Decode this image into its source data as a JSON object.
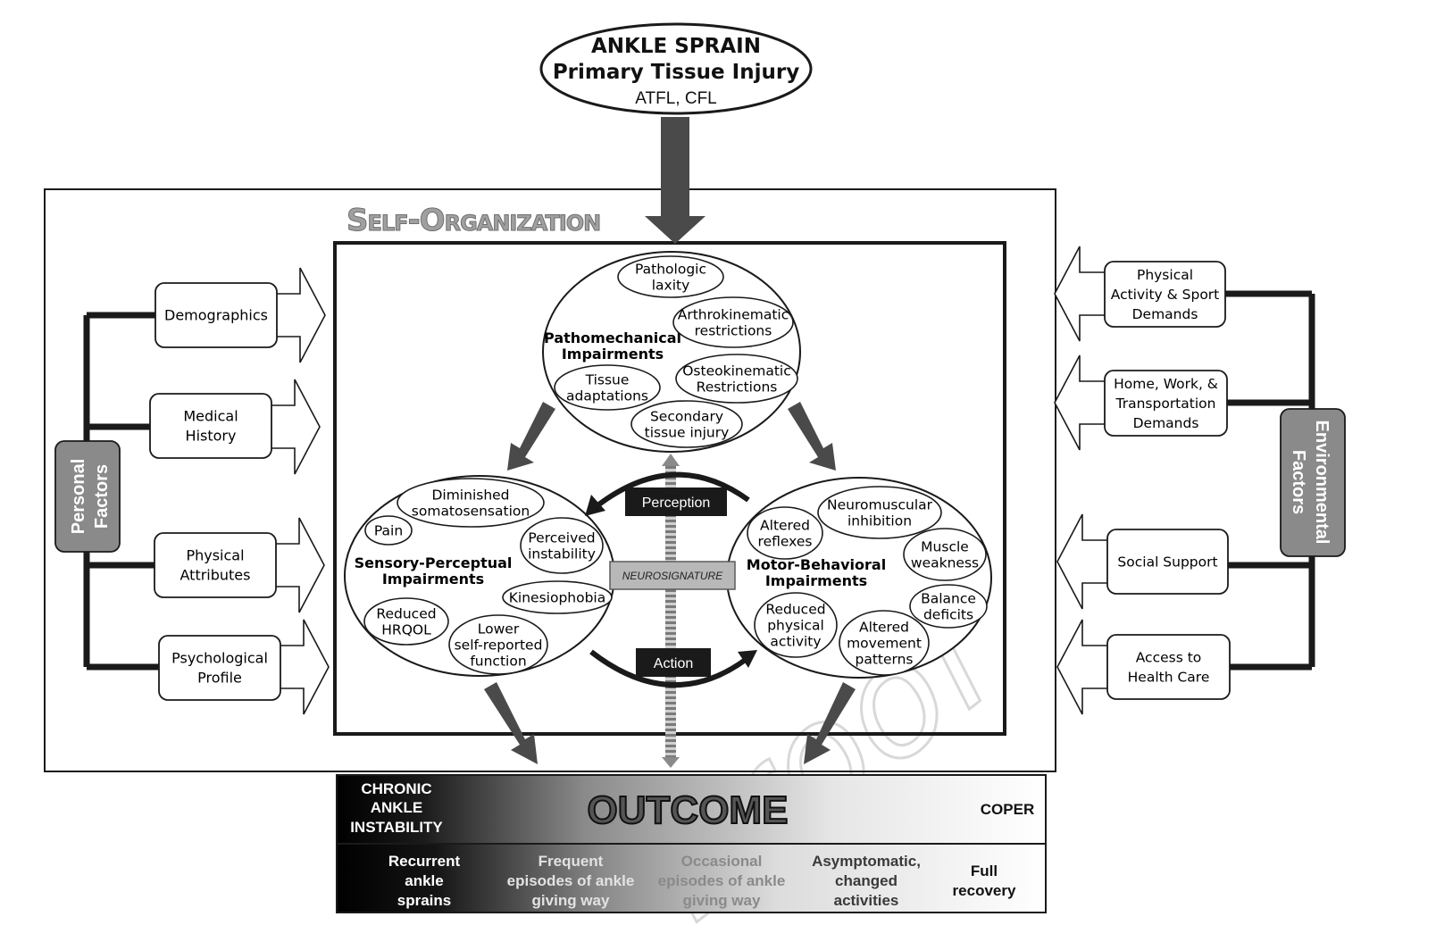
{
  "top": {
    "title": "ANKLE SPRAIN",
    "subtitle": "Primary  Tissue Injury",
    "tissues": "ATFL, CFL"
  },
  "self_organization": "Self-Organization",
  "center": {
    "pathomechanical": {
      "title1": "Pathomechanical",
      "title2": "Impairments",
      "items": [
        [
          "Pathologic",
          "laxity"
        ],
        [
          "Arthrokinematic",
          "restrictions"
        ],
        [
          "Osteokinematic",
          "Restrictions"
        ],
        [
          "Tissue",
          "adaptations"
        ],
        [
          "Secondary",
          "tissue injury"
        ]
      ]
    },
    "sensory": {
      "title1": "Sensory-Perceptual",
      "title2": "Impairments",
      "items": [
        [
          "Diminished",
          "somatosensation"
        ],
        [
          "Pain"
        ],
        [
          "Perceived",
          "instability"
        ],
        [
          "Kinesiophobia"
        ],
        [
          "Reduced",
          "HRQOL"
        ],
        [
          "Lower",
          "self-reported",
          "function"
        ]
      ]
    },
    "motor": {
      "title1": "Motor-Behavioral",
      "title2": "Impairments",
      "items": [
        [
          "Neuromuscular",
          "inhibition"
        ],
        [
          "Altered",
          "reflexes"
        ],
        [
          "Muscle",
          "weakness"
        ],
        [
          "Balance",
          "deficits"
        ],
        [
          "Reduced",
          "physical",
          "activity"
        ],
        [
          "Altered",
          "movement",
          "patterns"
        ]
      ]
    },
    "perception": "Perception",
    "action": "Action",
    "neurosignature": "NEUROSIGNATURE"
  },
  "personal": {
    "label1": "Personal",
    "label2": "Factors",
    "items": [
      [
        "Demographics"
      ],
      [
        "Medical",
        "History"
      ],
      [
        "Physical",
        "Attributes"
      ],
      [
        "Psychological",
        "Profile"
      ]
    ]
  },
  "environmental": {
    "label1": "Environmental",
    "label2": "Factors",
    "items": [
      [
        "Physical",
        "Activity & Sport",
        "Demands"
      ],
      [
        "Home, Work, &",
        "Transportation",
        "Demands"
      ],
      [
        "Social Support"
      ],
      [
        "Access to",
        "Health Care"
      ]
    ]
  },
  "outcome": {
    "title": "OUTCOME",
    "left": [
      "CHRONIC",
      "ANKLE",
      "INSTABILITY"
    ],
    "right": "COPER",
    "levels": [
      [
        "Recurrent",
        "ankle",
        "sprains"
      ],
      [
        "Frequent",
        "episodes of ankle",
        "giving way"
      ],
      [
        "Occasional",
        "episodes of ankle",
        "giving way"
      ],
      [
        "Asymptomatic,",
        "changed",
        "activities"
      ],
      [
        "Full",
        "recovery"
      ]
    ]
  },
  "watermark": "Proof",
  "colors": {
    "dark_gray": "#4a4a4a",
    "mid_gray": "#7a7a7a",
    "label_box": "#8a8a8a",
    "black": "#1a1a1a"
  }
}
